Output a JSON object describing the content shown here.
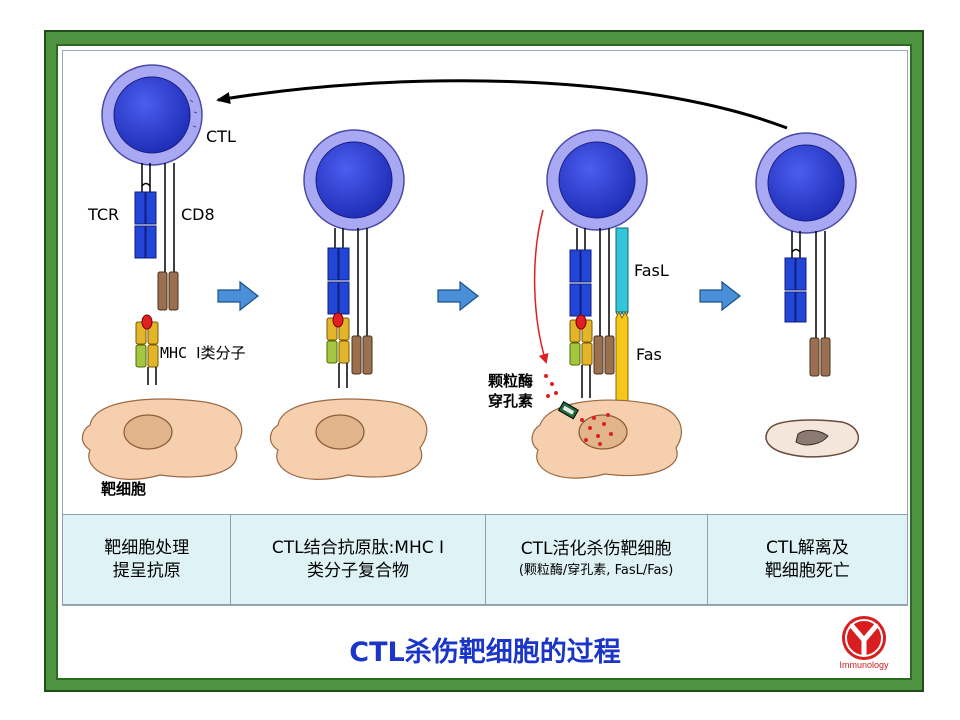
{
  "labels": {
    "ctl": "CTL",
    "tcr": "TCR",
    "cd8": "CD8",
    "mhc": "MHC Ⅰ类分子",
    "target_cell": "靶细胞",
    "fasl": "FasL",
    "fas": "Fas",
    "granzyme_line1": "颗粒酶",
    "granzyme_line2": "穿孔素"
  },
  "steps": [
    {
      "line1": "靶细胞处理",
      "line2": "提呈抗原"
    },
    {
      "line1": "CTL结合抗原肽:MHC Ⅰ",
      "line2": "类分子复合物"
    },
    {
      "line1": "CTL活化杀伤靶细胞",
      "line2": "(颗粒酶/穿孔素, FasL/Fas)"
    },
    {
      "line1": "CTL解离及",
      "line2": "靶细胞死亡"
    }
  ],
  "title": "CTL杀伤靶细胞的过程",
  "logo_text": "Immunology",
  "colors": {
    "cell_nucleus": "#2b3fd0",
    "cell_ring": "#a9a8f2",
    "tcr": "#2246d6",
    "cd8": "#9a7051",
    "mhc": "#e3b52a",
    "fasl": "#34c6d8",
    "fas": "#f5c71b",
    "target_cell": "#f5cfae",
    "arrow": "#4a90d9",
    "title": "#1a35c8",
    "frame_green": "#4e9440"
  }
}
